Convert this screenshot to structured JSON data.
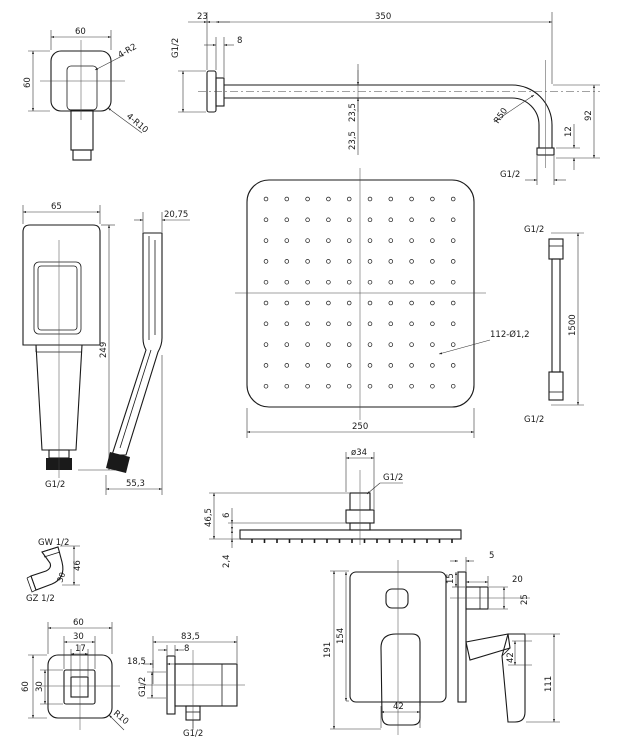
{
  "shower_arm": {
    "dim_flange_depth": "23",
    "dim_arm_length": "350",
    "dim_flange_gap": "8",
    "dim_thread_inlet": "G1/2",
    "dim_drop_height": "92",
    "dim_bend_radius": "R50",
    "dim_nozzle": "12",
    "dim_offset": "23,5",
    "dim_thread_outlet": "G1/2"
  },
  "wall_outlet_front": {
    "dim_width": "60",
    "dim_height": "60",
    "dim_corner_radius": "4-R2",
    "dim_outer_radius": "4-R10"
  },
  "hand_shower": {
    "dim_width": "65",
    "dim_length": "249",
    "dim_thread": "G1/2",
    "dim_thickness": "20,75",
    "dim_side_depth": "55,3"
  },
  "rain_head_plan": {
    "dim_width": "250",
    "dim_nozzles": "112-Ø1,2"
  },
  "hose": {
    "dim_thread_top": "G1/2",
    "dim_length": "1500",
    "dim_thread_bottom": "G1/2"
  },
  "rain_head_side": {
    "dim_connector_dia": "ø34",
    "dim_thread": "G1/2",
    "dim_total_height": "46,5",
    "dim_connector_height": "6",
    "dim_plate_thickness": "2,4"
  },
  "elbow": {
    "label_gw": "GW 1/2",
    "label_gz": "GZ 1/2",
    "dim_height": "46",
    "dim_width": "30"
  },
  "wall_connector": {
    "dim_width": "60",
    "dim_inner": "30",
    "dim_hole": "17",
    "dim_height": "60",
    "dim_inner_height": "30",
    "dim_radius": "R10",
    "dim_depth": "83,5",
    "dim_flange": "8",
    "dim_offset": "18,5",
    "dim_thread": "G1/2"
  },
  "mixer": {
    "dim_plate_height": "191",
    "dim_plate_inner": "154",
    "dim_lever_width": "42",
    "dim_side_top": "5",
    "dim_side_gap": "15",
    "dim_knob_depth": "20",
    "dim_knob_dia": "25",
    "dim_lever_height": "42",
    "dim_lever_depth": "111"
  }
}
